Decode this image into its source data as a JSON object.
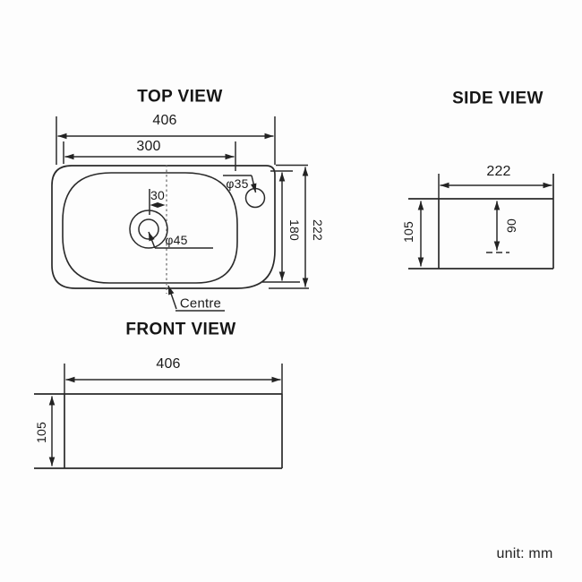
{
  "unit_label": "unit: mm",
  "top_view": {
    "title": "TOP VIEW",
    "overall_width": "406",
    "bowl_width": "300",
    "drain_offset": "30",
    "drain_diameter": "φ45",
    "faucet_diameter": "φ35",
    "bowl_depth": "180",
    "overall_depth": "222",
    "centre_label": "Centre"
  },
  "side_view": {
    "title": "SIDE VIEW",
    "depth": "222",
    "height": "105",
    "drain_height": "90"
  },
  "front_view": {
    "title": "FRONT VIEW",
    "width": "406",
    "height": "105"
  }
}
